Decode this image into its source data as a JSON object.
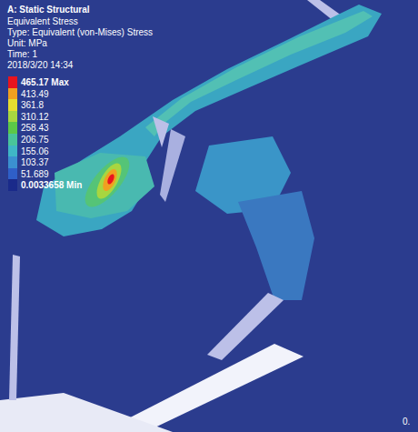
{
  "diagram": {
    "title": "A: Static Structural",
    "labels": [
      "Equivalent Stress",
      "Type: Equivalent (von-Mises) Stress",
      "Unit: MPa",
      "Time: 1",
      "2018/3/20 14:34",
      "0."
    ],
    "legend": [
      {
        "text": "465.17 Max",
        "color": "#e8141e"
      },
      {
        "text": "413.49",
        "color": "#f0a020"
      },
      {
        "text": "361.8",
        "color": "#e6dc30"
      },
      {
        "text": "310.12",
        "color": "#a8d640"
      },
      {
        "text": "258.43",
        "color": "#5cc848"
      },
      {
        "text": "206.75",
        "color": "#49c49a"
      },
      {
        "text": "155.06",
        "color": "#3fb6c6"
      },
      {
        "text": "103.37",
        "color": "#3b90d0"
      },
      {
        "text": "51.689",
        "color": "#2f5fc8"
      },
      {
        "text": "0.0033658 Min",
        "color": "#1a2a8a"
      }
    ]
  }
}
